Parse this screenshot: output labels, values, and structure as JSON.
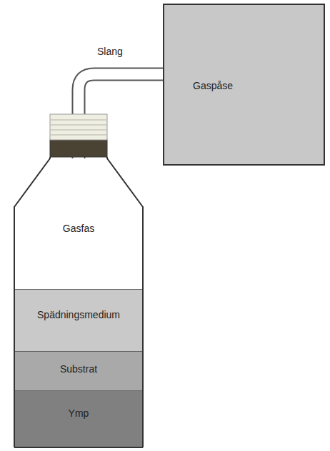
{
  "diagram": {
    "nodes": [
      {
        "text": [
          "Gasfas"
        ]
      },
      {
        "text": [
          "Spädningsmedium"
        ]
      },
      {
        "text": [
          "Substrat"
        ]
      },
      {
        "text": [
          "Ymp"
        ]
      },
      {
        "text": [
          "Gaspåse"
        ]
      }
    ],
    "edges": [
      {
        "from": 0,
        "to": 4,
        "arrow": "none",
        "label": "Slang"
      }
    ]
  }
}
